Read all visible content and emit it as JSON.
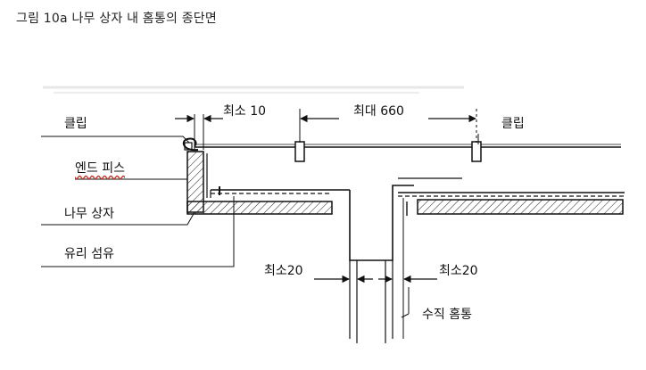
{
  "caption": "그림 10a 나무 상자 내 홈통의 종단면",
  "labels": {
    "clip_left": "클립",
    "end_piece": "엔드 피스",
    "wood_box": "나무 상자",
    "glass_fiber": "유리 섬유",
    "clip_right": "클립",
    "vertical_gutter": "수직 홈통"
  },
  "dimensions": {
    "min_10": "최소 10",
    "max_660": "최대 660",
    "min_20_left": "최소20",
    "min_20_right": "최소20"
  }
}
